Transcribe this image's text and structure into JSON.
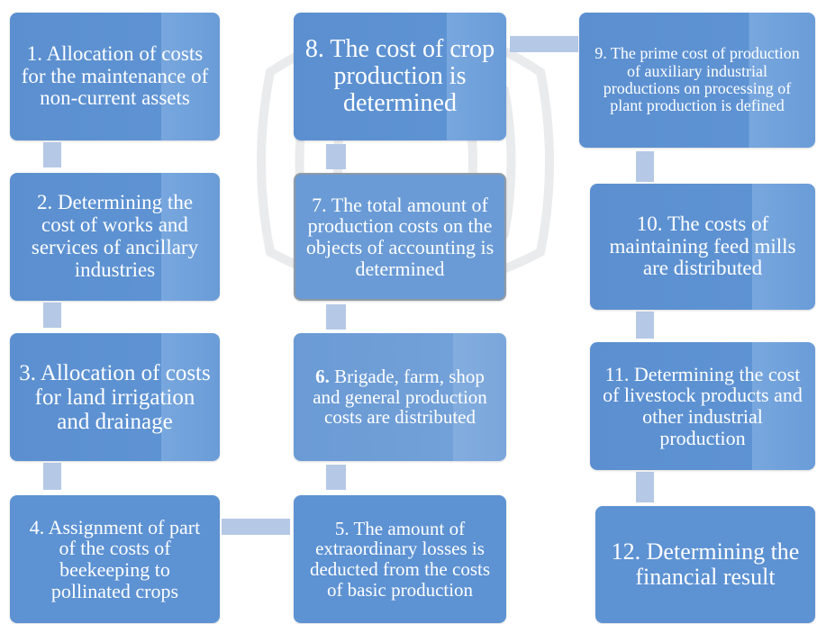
{
  "steps": [
    {
      "num": "1.",
      "text": "Allocation of costs for the maintenance of non-current assets",
      "label": "1. Allocation of costs for the maintenance of non-current assets"
    },
    {
      "num": "2.",
      "text": "Determining the cost of works and services of ancillary industries",
      "label": "2. Determining the cost of works and services of ancillary industries"
    },
    {
      "num": "3.",
      "text": "Allocation of costs for land irrigation and drainage",
      "label": "3. Allocation of costs for land irrigation and drainage"
    },
    {
      "num": "4.",
      "text": "Assignment of part of the costs of beekeeping to pollinated crops",
      "label": "4. Assignment of part of the costs of beekeeping to pollinated crops"
    },
    {
      "num": "5.",
      "text": "The amount of extraordinary losses is deducted from the costs of basic production",
      "label": "5. The amount of extraordinary losses is deducted from the costs of basic production"
    },
    {
      "num": "6.",
      "text": "Brigade, farm, shop and general production costs are distributed",
      "label": "Brigade, farm, shop and general production costs are distributed"
    },
    {
      "num": "7.",
      "text": "The total amount of production costs on the objects of accounting is determined",
      "label": "7. The total amount of production costs on the objects of accounting is determined"
    },
    {
      "num": "8.",
      "text": "The cost of crop production is determined",
      "label": "8. The cost of crop production is determined"
    },
    {
      "num": "9.",
      "text": "The prime cost of production of auxiliary industrial productions on processing of plant production is defined",
      "label": "9. The prime cost of production of auxiliary industrial productions on processing of plant production is defined"
    },
    {
      "num": "10.",
      "text": "The costs of maintaining feed mills are distributed",
      "label": "10. The costs of maintaining feed mills are distributed"
    },
    {
      "num": "11.",
      "text": "Determining the cost of livestock products and other industrial production",
      "label": "11. Determining the cost of livestock products and other industrial production"
    },
    {
      "num": "12.",
      "text": "Determining the financial result",
      "label": "12. Determining the financial result"
    }
  ],
  "colors": {
    "box": "#5d92d3",
    "connector": "#b5c8e6",
    "text": "#ffffff"
  }
}
